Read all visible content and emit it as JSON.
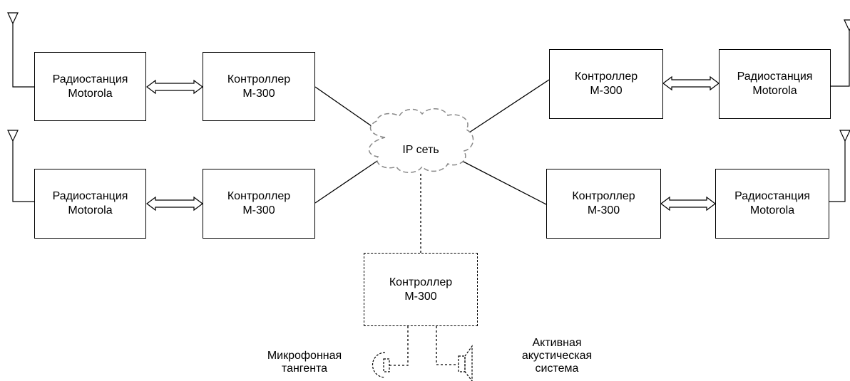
{
  "radio": {
    "line1": "Радиостанция",
    "line2": "Motorola"
  },
  "controller": {
    "line1": "Контроллер",
    "line2": "М-300"
  },
  "network": {
    "label": "IP сеть"
  },
  "microphone": {
    "line1": "Микрофонная",
    "line2": "тангента"
  },
  "speaker": {
    "line1": "Активная",
    "line2": "акустическая",
    "line3": "система"
  }
}
